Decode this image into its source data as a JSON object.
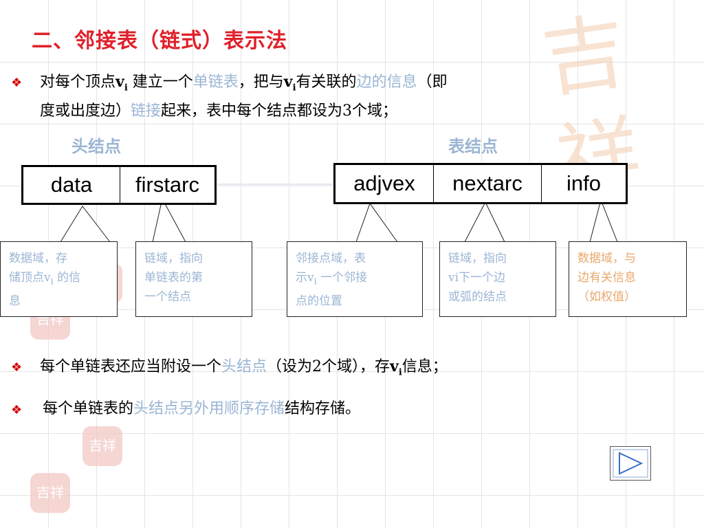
{
  "slide": {
    "title": "二、邻接表（链式）表示法",
    "bullet1": {
      "pre1": "对每个顶点",
      "var1": "v",
      "sub1": "i",
      "pre2": " 建立一个",
      "hl1": "单链表",
      "mid1": "，把与",
      "var2": "v",
      "sub2": "i",
      "mid2": "有关联的",
      "hl2": "边的信息",
      "mid3": "（即",
      "line2_pre": "度或出度边）",
      "hl3": "链接",
      "line2_post": "起来，表中每个结点都设为3个域；"
    },
    "head_caption": "头结点",
    "list_caption": "表结点",
    "head_node": {
      "cell1": "data",
      "cell2": "firstarc"
    },
    "list_node": {
      "cell1": "adjvex",
      "cell2": "nextarc",
      "cell3": "info"
    },
    "callouts": {
      "c1": {
        "line1": "数据域，存",
        "line2a": "储顶点",
        "line2v": "v",
        "line2sub": "i",
        "line2b": " 的信",
        "line3": "息"
      },
      "c2": {
        "line1": "链域，指向",
        "line2": "单链表的第",
        "line3": "一个结点"
      },
      "c3": {
        "line1": "邻接点域，表",
        "line2a": "示",
        "line2v": "v",
        "line2sub": "i",
        "line2b": " 一个邻接",
        "line3": "点的位置"
      },
      "c4": {
        "line1": "链域，指向",
        "line2": "vi下一个边",
        "line3": "或弧的结点"
      },
      "c5": {
        "line1": "数据域，与",
        "line2": "边有关信息",
        "line3": "（如权值）"
      }
    },
    "bullet2": {
      "pre": "每个单链表还应当附设一个",
      "hl": "头结点",
      "mid": "（设为2个域），存",
      "var": "v",
      "sub": "i",
      "post": "信息；"
    },
    "bullet3": {
      "pre": "每个单链表的",
      "hl": "头结点另外用顺序存储",
      "post": "结构存储。"
    },
    "bullet_glyph": "❖",
    "watermark": {
      "big": "吉祥",
      "seal": "吉祥"
    },
    "colors": {
      "title": "#e0202a",
      "highlight": "#9bb5d4",
      "orange": "#e9a86b",
      "bullet": "#d40000"
    }
  }
}
